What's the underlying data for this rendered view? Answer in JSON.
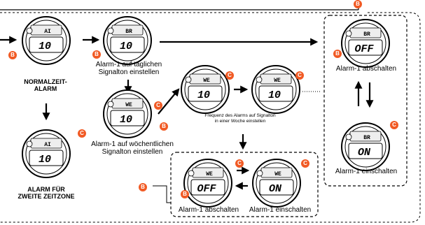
{
  "labels": {
    "normal_alarm": [
      "NORMALZEIT-",
      "ALARM"
    ],
    "daily": [
      "Alarm-1 auf täglichen",
      "Signalton einstellen"
    ],
    "weekly": [
      "Alarm-1 auf wöchentlichen",
      "Signalton einstellen"
    ],
    "frequency": [
      "Frequenz des Alarms auf Signalton",
      "in einer Woche einstellen"
    ],
    "second_tz": [
      "ALARM FÜR",
      "ZWEITE ZEITZONE"
    ],
    "off_right": "Alarm-1 abschalten",
    "on_right": "Alarm-1 einschalten",
    "off_bottom": "Alarm-1 abschalten",
    "on_bottom": "Alarm-1 einschalten"
  },
  "buttons": {
    "b": "B",
    "c": "C"
  },
  "watches": {
    "w1": {
      "top": "AI",
      "main": "10"
    },
    "w2": {
      "top": "BR",
      "main": "10"
    },
    "w3": {
      "top": "WE",
      "main": "10"
    },
    "w4": {
      "top": "WE",
      "main": "10"
    },
    "w5": {
      "top": "WE",
      "main": "10"
    },
    "w6": {
      "top": "AI",
      "main": "10"
    },
    "w7": {
      "top": "BR",
      "main": "OFF"
    },
    "w8": {
      "top": "BR",
      "main": "ON"
    },
    "w9": {
      "top": "WE",
      "main": "OFF"
    },
    "w10": {
      "top": "WE",
      "main": "ON"
    }
  },
  "colors": {
    "accent": "#f15a24",
    "line": "#000000"
  }
}
